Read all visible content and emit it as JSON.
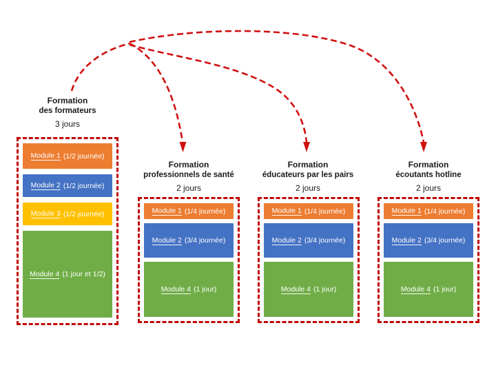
{
  "palette": {
    "orange": "#ED7D31",
    "blue": "#4472C4",
    "yellow": "#FFC000",
    "green": "#70AD47",
    "border_red": "#C00000",
    "arrow_red": "#D01010",
    "module_text": "#FFFFFF",
    "text_dark": "#1A1A1A",
    "background": "#FFFFFF"
  },
  "columns": [
    {
      "id": "formation-des-formateurs",
      "title_lines": [
        "Formation",
        "des formateurs"
      ],
      "duration": "3 jours",
      "modules": [
        {
          "name": "Module 1",
          "detail": "(1/2 journée)",
          "color": "orange",
          "size": "half-first"
        },
        {
          "name": "Module 2",
          "detail": "(1/2 journée)",
          "color": "blue",
          "size": "half"
        },
        {
          "name": "Module 3",
          "detail": "(1/2 journée)",
          "color": "yellow",
          "size": "half"
        },
        {
          "name": "Module 4",
          "detail": "(1 jour et 1/2)",
          "color": "green",
          "size": "day-and-half"
        }
      ]
    },
    {
      "id": "formation-professionnels-de-sante",
      "title_lines": [
        "Formation",
        "professionnels de santé"
      ],
      "duration": "2 jours",
      "modules": [
        {
          "name": "Module 1",
          "detail": "(1/4 journée)",
          "color": "orange",
          "size": "quarter"
        },
        {
          "name": "Module 2",
          "detail": "(3/4 journée)",
          "color": "blue",
          "size": "three-quarter"
        },
        {
          "name": "Module 4",
          "detail": "(1 jour)",
          "color": "green",
          "size": "one-day"
        }
      ]
    },
    {
      "id": "formation-educateurs-par-les-pairs",
      "title_lines": [
        "Formation",
        "éducateurs par les pairs"
      ],
      "duration": "2 jours",
      "modules": [
        {
          "name": "Module 1",
          "detail": "(1/4 journée)",
          "color": "orange",
          "size": "quarter"
        },
        {
          "name": "Module 2",
          "detail": "(3/4 journée)",
          "color": "blue",
          "size": "three-quarter"
        },
        {
          "name": "Module 4",
          "detail": "(1 jour)",
          "color": "green",
          "size": "one-day"
        }
      ]
    },
    {
      "id": "formation-ecoutants-hotline",
      "title_lines": [
        "Formation",
        "écoutants hotline"
      ],
      "duration": "2 jours",
      "modules": [
        {
          "name": "Module 1",
          "detail": "(1/4 journée)",
          "color": "orange",
          "size": "quarter"
        },
        {
          "name": "Module 2",
          "detail": "(3/4 journée)",
          "color": "blue",
          "size": "three-quarter"
        },
        {
          "name": "Module 4",
          "detail": "(1 jour)",
          "color": "green",
          "size": "one-day"
        }
      ]
    }
  ],
  "arrows": {
    "from": "formation-des-formateurs",
    "to": [
      "formation-professionnels-de-sante",
      "formation-educateurs-par-les-pairs",
      "formation-ecoutants-hotline"
    ]
  }
}
